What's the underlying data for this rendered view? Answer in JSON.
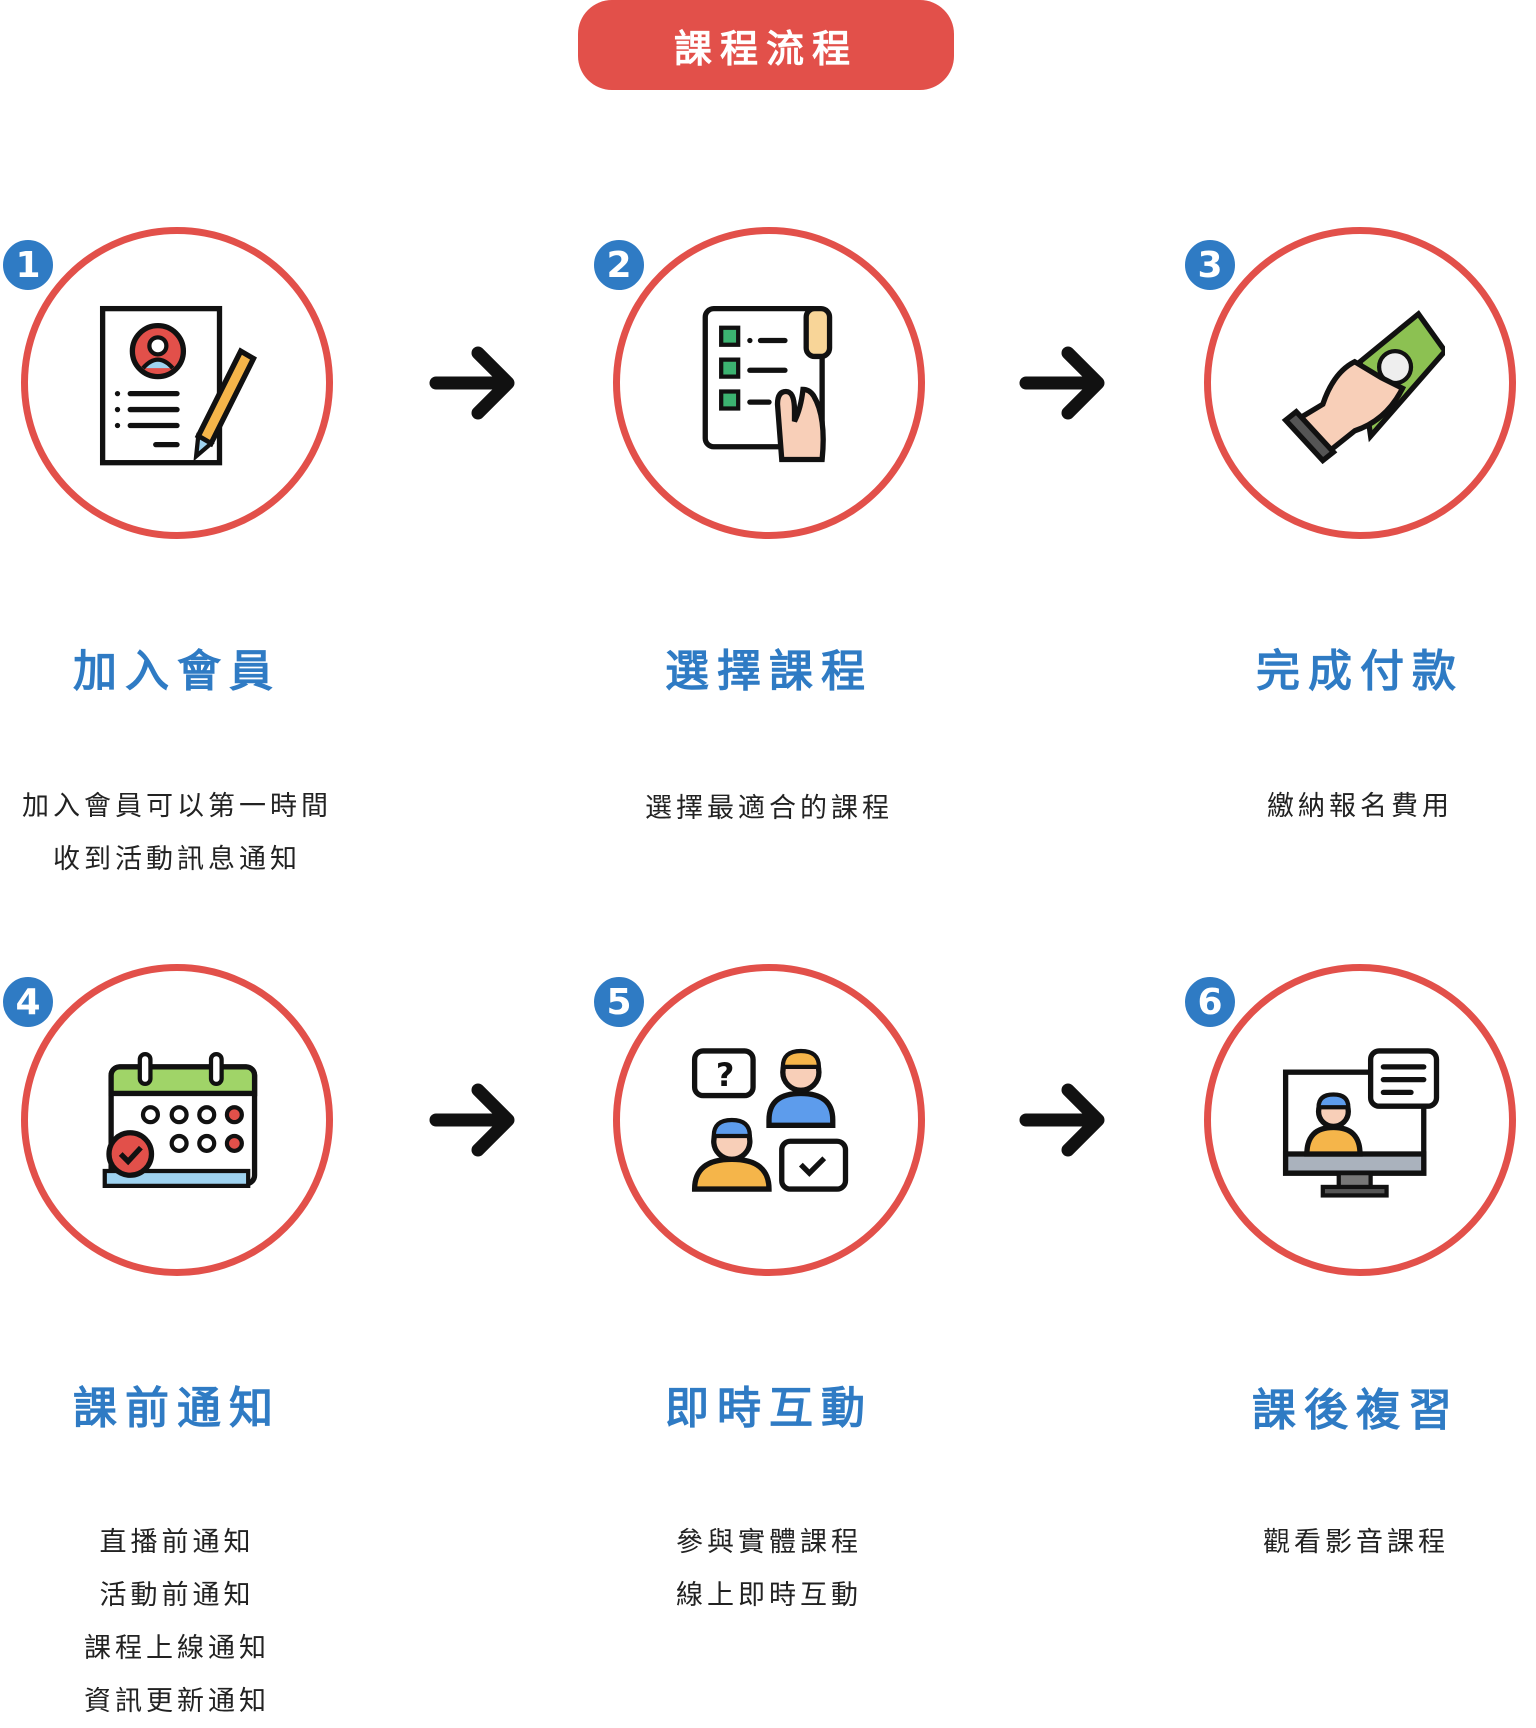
{
  "title": "課程流程",
  "colors": {
    "accent_red": "#e2504a",
    "accent_blue": "#2f7bc4"
  },
  "steps": [
    {
      "number": "1",
      "icon": "registration-form-icon",
      "title": "加入會員",
      "desc": [
        "加入會員可以第一時間",
        "收到活動訊息通知"
      ]
    },
    {
      "number": "2",
      "icon": "checklist-select-icon",
      "title": "選擇課程",
      "desc": [
        "選擇最適合的課程"
      ]
    },
    {
      "number": "3",
      "icon": "payment-money-icon",
      "title": "完成付款",
      "desc": [
        "繳納報名費用"
      ]
    },
    {
      "number": "4",
      "icon": "calendar-notification-icon",
      "title": "課前通知",
      "desc": [
        "直播前通知",
        "活動前通知",
        "課程上線通知",
        "資訊更新通知"
      ]
    },
    {
      "number": "5",
      "icon": "interaction-chat-icon",
      "title": "即時互動",
      "desc": [
        "參與實體課程",
        "線上即時互動"
      ]
    },
    {
      "number": "6",
      "icon": "online-video-icon",
      "title": "課後複習",
      "desc": [
        "觀看影音課程"
      ]
    }
  ]
}
